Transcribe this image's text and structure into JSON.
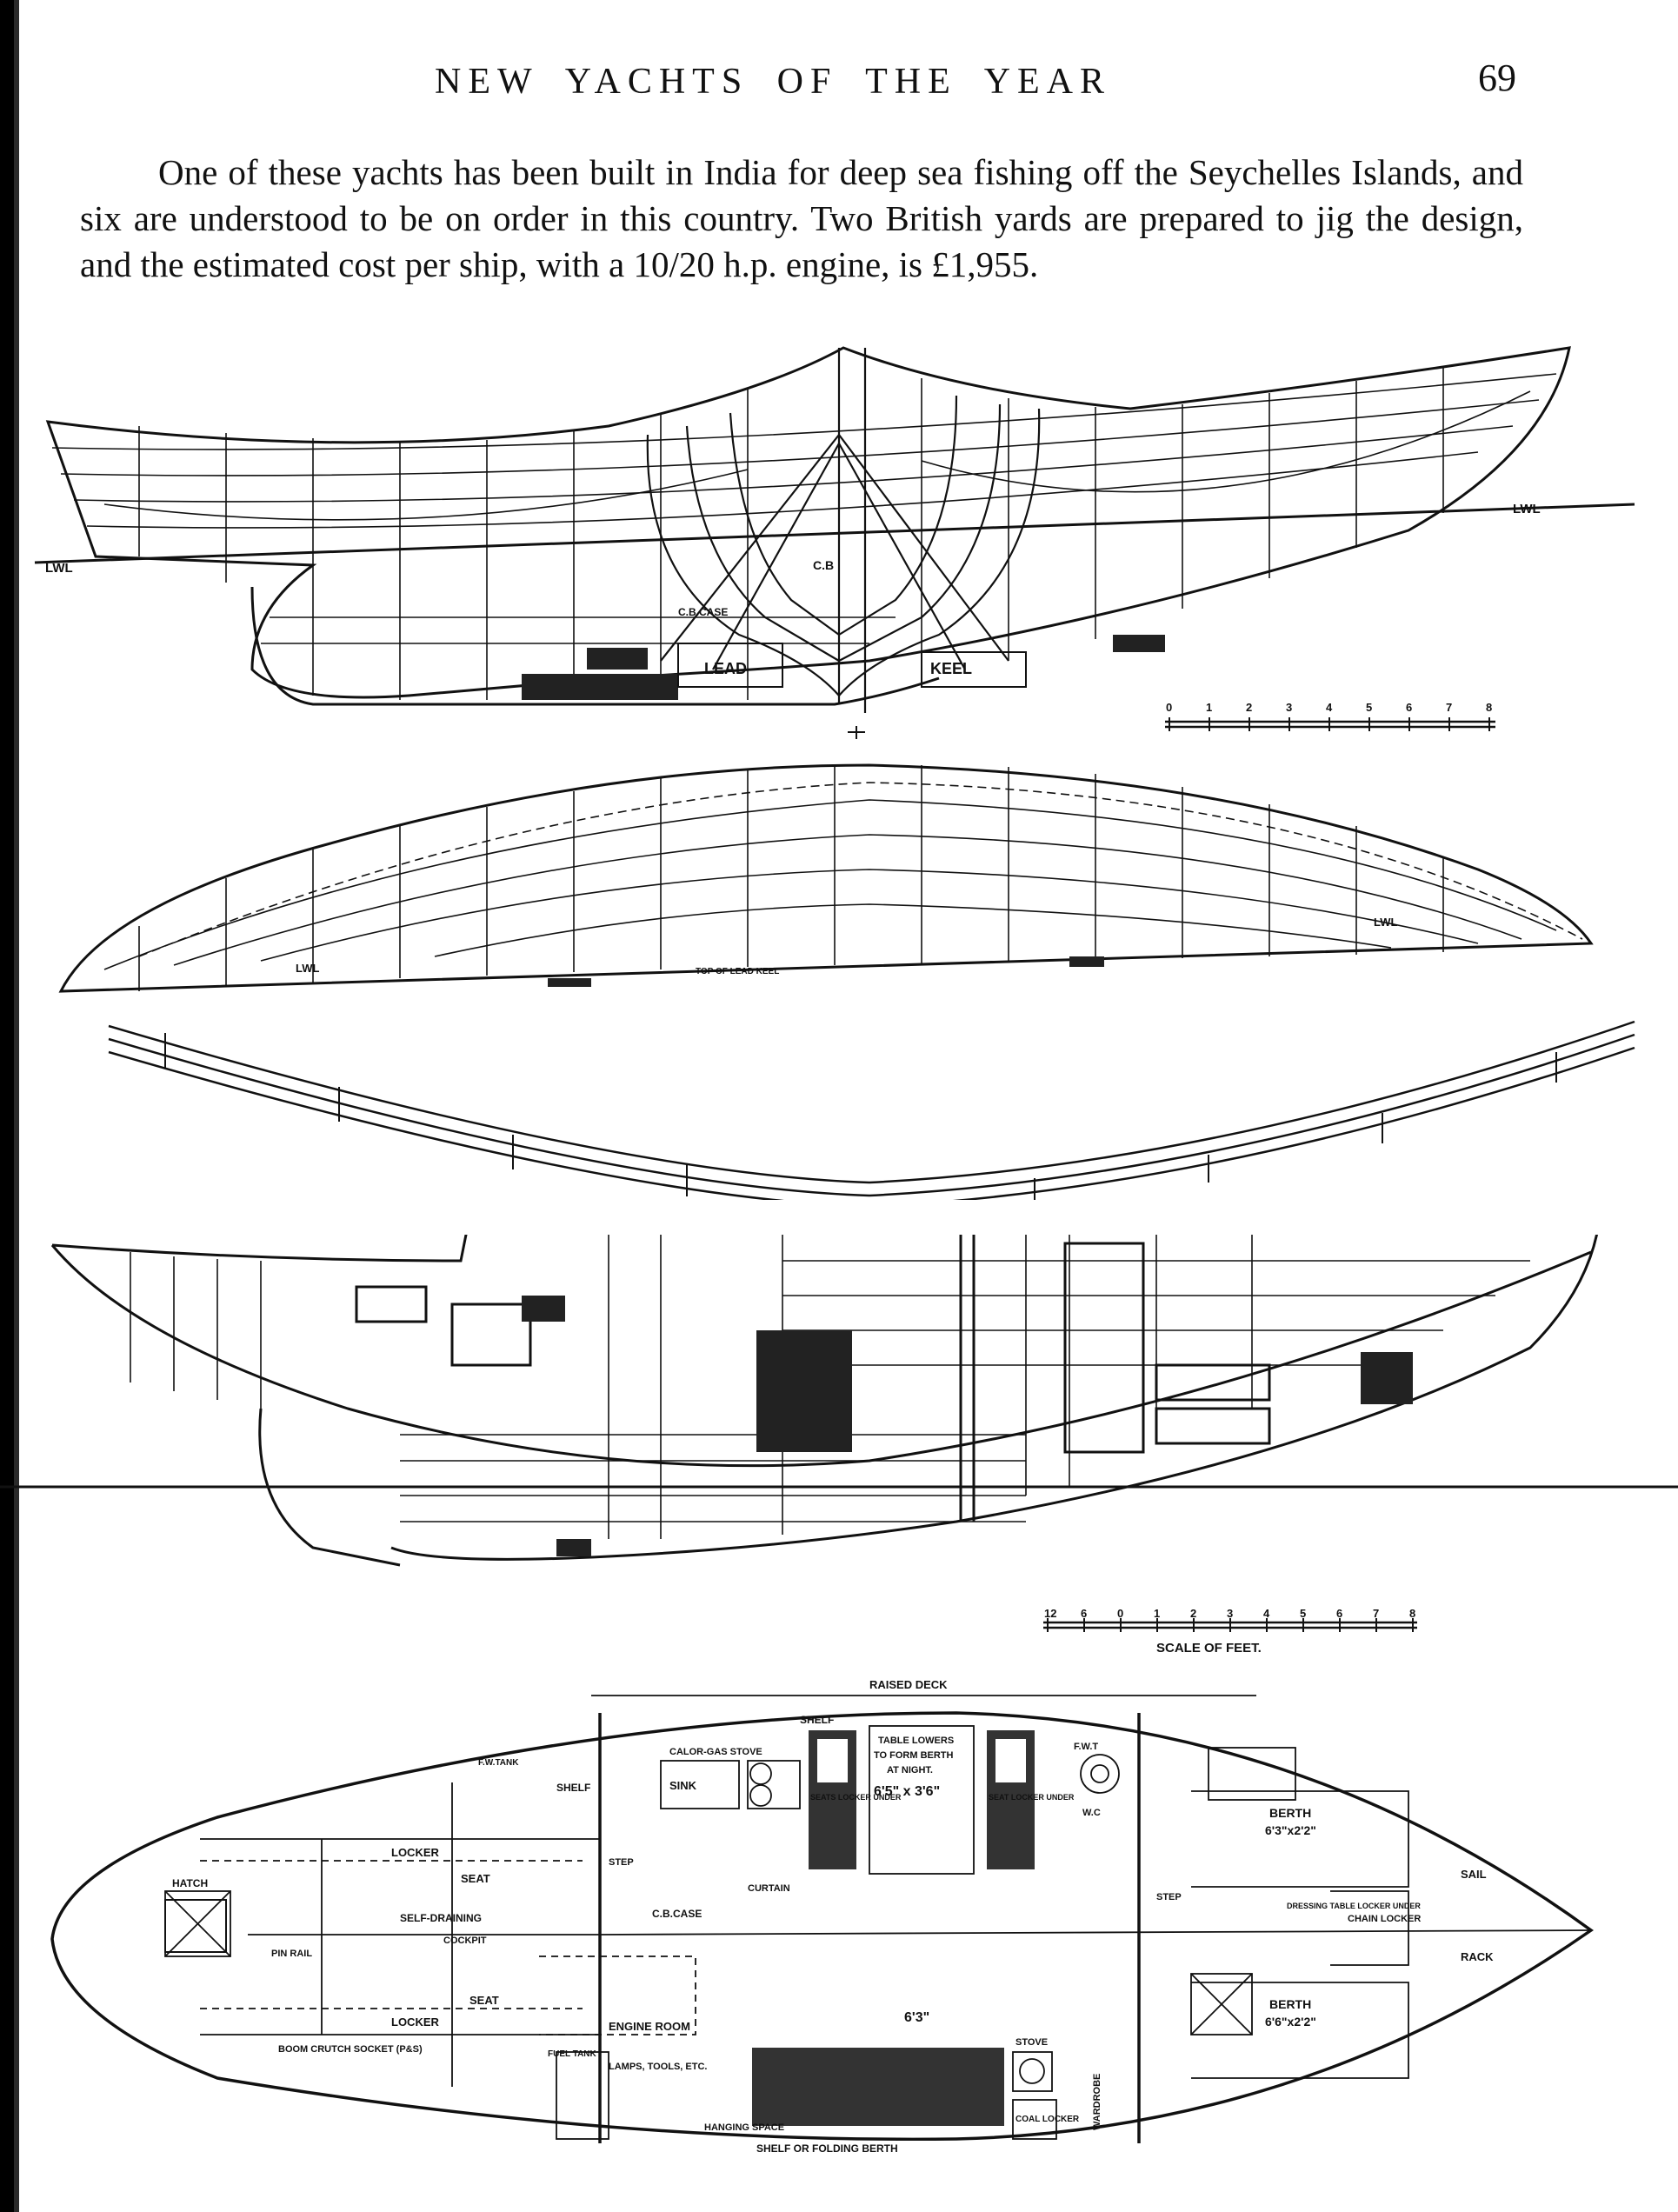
{
  "page": {
    "running_head": "NEW YACHTS OF THE YEAR",
    "page_number": "69",
    "intro_text": "One of these yachts has been built in India for deep sea fishing off the Seychelles Islands, and six are understood to be on order in this country.  Two British yards are prepared to jig the design, and the estimated cost per ship, with a 10/20 h.p. engine, is £1,955."
  },
  "lines_drawing": {
    "lwl_left": "LWL",
    "lwl_right": "LWL",
    "cb_label": "C.B",
    "cb_case_label": "C.B.CASE",
    "label_lead": "LEAD",
    "label_keel": "KEEL",
    "top_of_lead_keel": "TOP OF LEAD KEEL",
    "lwl_plan_left": "LWL",
    "lwl_plan_right": "LWL"
  },
  "scales": {
    "small_scale_ticks": [
      "0",
      "1",
      "2",
      "3",
      "4",
      "5",
      "6",
      "7",
      "8"
    ],
    "feet_scale_ticks": [
      "12",
      "6",
      "0",
      "1",
      "2",
      "3",
      "4",
      "5",
      "6",
      "7",
      "8"
    ],
    "feet_scale_caption": "SCALE OF FEET."
  },
  "accommodation": {
    "raised_deck": "RAISED DECK",
    "hatch": "HATCH",
    "pin_rail": "PIN RAIL",
    "boom_crutch": "BOOM CRUTCH SOCKET (P&S)",
    "locker_top": "LOCKER",
    "locker_bottom": "LOCKER",
    "seat_top": "SEAT",
    "seat_bottom": "SEAT",
    "self_draining": "SELF-DRAINING",
    "cockpit": "COCKPIT",
    "fw_tank": "F.W.TANK",
    "fuel_tank": "FUEL TANK",
    "shelf_left": "SHELF",
    "engine_room": "ENGINE ROOM",
    "lamps": "LAMPS, TOOLS, ETC.",
    "hanging_space": "HANGING SPACE",
    "calor_gas": "CALOR-GAS STOVE",
    "sink": "SINK",
    "step_aft": "STEP",
    "cb_case": "C.B.CASE",
    "curtain": "CURTAIN",
    "shelf_top": "SHELF",
    "seats_locker": "SEATS LOCKER UNDER",
    "seat_locker": "SEAT LOCKER UNDER",
    "table_note_1": "TABLE LOWERS",
    "table_note_2": "TO FORM BERTH",
    "table_note_3": "AT NIGHT.",
    "table_size": "6'5\" x 3'6\"",
    "width_63": "6'3\"",
    "shelf_folding": "SHELF OR FOLDING BERTH",
    "stove": "STOVE",
    "coal_locker": "COAL LOCKER",
    "wardrobe": "WARDROBE",
    "fw_tank_fwd": "F.W.T",
    "wc": "W.C",
    "step_fwd": "STEP",
    "berth_top": "BERTH",
    "berth_top_size": "6'3\"x2'2\"",
    "berth_bottom": "BERTH",
    "berth_bottom_size": "6'6\"x2'2\"",
    "dressing_table": "DRESSING TABLE LOCKER UNDER",
    "chain_locker": "CHAIN LOCKER",
    "sail": "SAIL",
    "rack": "RACK"
  }
}
